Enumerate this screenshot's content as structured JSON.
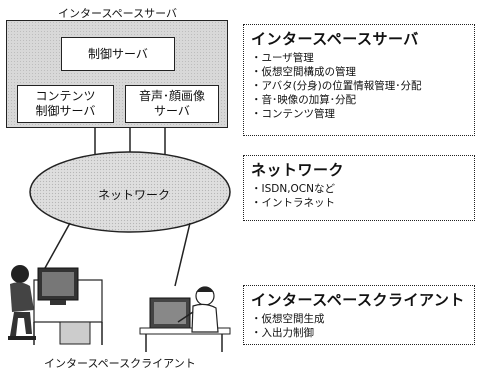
{
  "server": {
    "caption": "インタースペースサーバ",
    "control": "制御サーバ",
    "content_line1": "コンテンツ",
    "content_line2": "制御サーバ",
    "av_line1": "音声･顔画像",
    "av_line2": "サーバ"
  },
  "network": {
    "label": "ネットワーク"
  },
  "clients": {
    "caption": "インタースペースクライアント"
  },
  "panels": {
    "server": {
      "title": "インタースペースサーバ",
      "items": [
        "ユーザ管理",
        "仮想空間構成の管理",
        "アバタ(分身)の位置情報管理･分配",
        "音･映像の加算･分配",
        "コンテンツ管理"
      ]
    },
    "network": {
      "title": "ネットワーク",
      "items": [
        "ISDN,OCNなど",
        "イントラネット"
      ]
    },
    "client": {
      "title": "インタースペースクライアント",
      "items": [
        "仮想空間生成",
        "入出力制御"
      ]
    }
  }
}
